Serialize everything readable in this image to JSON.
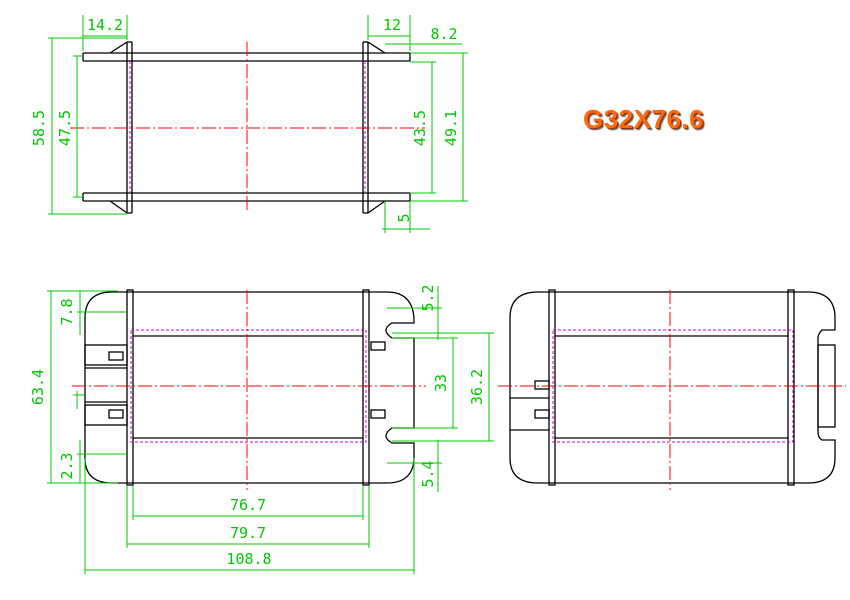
{
  "part_title": "G32X76.6",
  "colors": {
    "outline": "#000000",
    "dimension": "#00c800",
    "centerline": "#ff0000",
    "hidden_line": "#d000d0",
    "title": "#ff6a10"
  },
  "top_view": {
    "dims": {
      "d1": "14.2",
      "d2": "12",
      "d3": "8.2",
      "d4": "58.5",
      "d5": "47.5",
      "d6": "43.5",
      "d7": "49.1",
      "d8": "5"
    }
  },
  "front_view": {
    "dims": {
      "d1": "7.8",
      "d2": "5.2",
      "d3": "63.4",
      "d4": "33",
      "d5": "36.2",
      "d6": "2.3",
      "d7": "5.4",
      "d8": "76.7",
      "d9": "79.7",
      "d10": "108.8"
    }
  }
}
